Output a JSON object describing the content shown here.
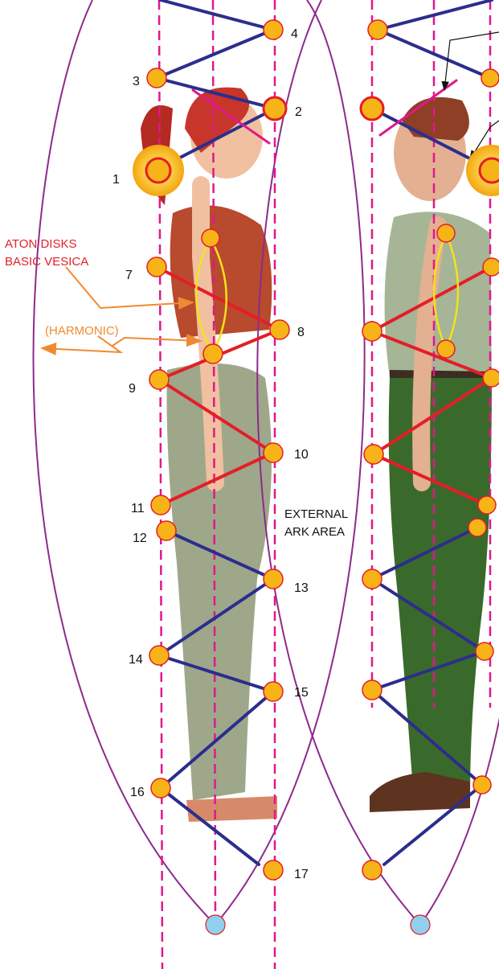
{
  "node_labels": [
    "1",
    "2",
    "3",
    "4",
    "7",
    "8",
    "9",
    "10",
    "11",
    "12",
    "13",
    "14",
    "15",
    "16",
    "17"
  ],
  "annotations": {
    "aton_disks": "ATON DISKS",
    "basic_vesica": "BASIC VESICA",
    "harmonic": "(HARMONIC)",
    "external": "EXTERNAL",
    "ark_area": "ARK AREA"
  },
  "colors": {
    "dashed_axis": "#e0188c",
    "blue_link": "#2b2e8c",
    "red_link": "#e41e26",
    "node_fill": "#f7b418",
    "node_stroke": "#e41e26",
    "vesica": "#8e2a8c",
    "harmonic_link": "#f5e21a",
    "base_node": "#8fd0ee",
    "arrow_orange": "#f08a32"
  }
}
